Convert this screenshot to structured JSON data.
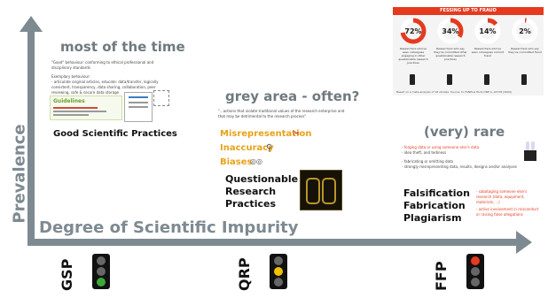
{
  "axes": {
    "y_label": "Prevalence",
    "x_label": "Degree of Scientific Impurity"
  },
  "sections": {
    "gsp": {
      "heading": "most of the time",
      "guidelines_label": "Guidelines",
      "title": "Good Scientific Practices",
      "bullets": [
        "\"Good\" behaviour: conforming to ethical professional and disciplinary standards",
        "Exemplary behaviour:",
        "- articulate original articles, educate: data/transfer, logically consistent, transparency, data sharing, collaboration, peer reviewing, safe & secure data storage"
      ]
    },
    "qrp": {
      "heading": "grey area - often?",
      "quote": "\"...actions that violate traditional values of the research enterprise and that may be detrimental to the research process\"",
      "items": [
        "Misrepresentation",
        "Inaccuracy",
        "Biases"
      ],
      "title_lines": [
        "Questionable",
        "Research",
        "Practices"
      ]
    },
    "ffp": {
      "heading": "(very) rare",
      "bullets": [
        "- forging data or using someone else's data",
        "- idea theft, and tediness",
        "- fabricating or omitting data",
        "- strongly misrepresenting data, results, designs and/or analyses"
      ],
      "title_lines": [
        "Falsification",
        "Fabrication",
        "Plagiarism"
      ],
      "side_bullets": [
        "- sabotaging someone else's research (data, equipment, materials, ...)",
        "- active involvement in misconduct or raising false allegations"
      ]
    }
  },
  "infographic": {
    "title": "FESSING UP TO FRAUD",
    "stats": [
      {
        "value": "72%",
        "caption": "Researchers who've seen colleagues engaging in other questionable research practices",
        "percent": 72
      },
      {
        "value": "34%",
        "caption": "Researchers who say they've committed other questionable research practices",
        "percent": 34
      },
      {
        "value": "14%",
        "caption": "Researchers who've seen colleagues commit fraud",
        "percent": 14
      },
      {
        "value": "2%",
        "caption": "Researchers who say they've committed fraud",
        "percent": 2
      }
    ],
    "footer": "Based on a meta-analysis of 18 studies. Source: D. FANELLI PLoS ONE 4, e5738 (2009)"
  },
  "traffic_lights": [
    {
      "label": "GSP",
      "active": "green"
    },
    {
      "label": "QRP",
      "active": "yellow"
    },
    {
      "label": "FFP",
      "active": "red"
    }
  ],
  "colors": {
    "axis": "#7e8a92",
    "accent_red": "#e53a1f",
    "accent_gold": "#e8a21a",
    "green": "#3aaa35",
    "yellow": "#f2c200"
  }
}
